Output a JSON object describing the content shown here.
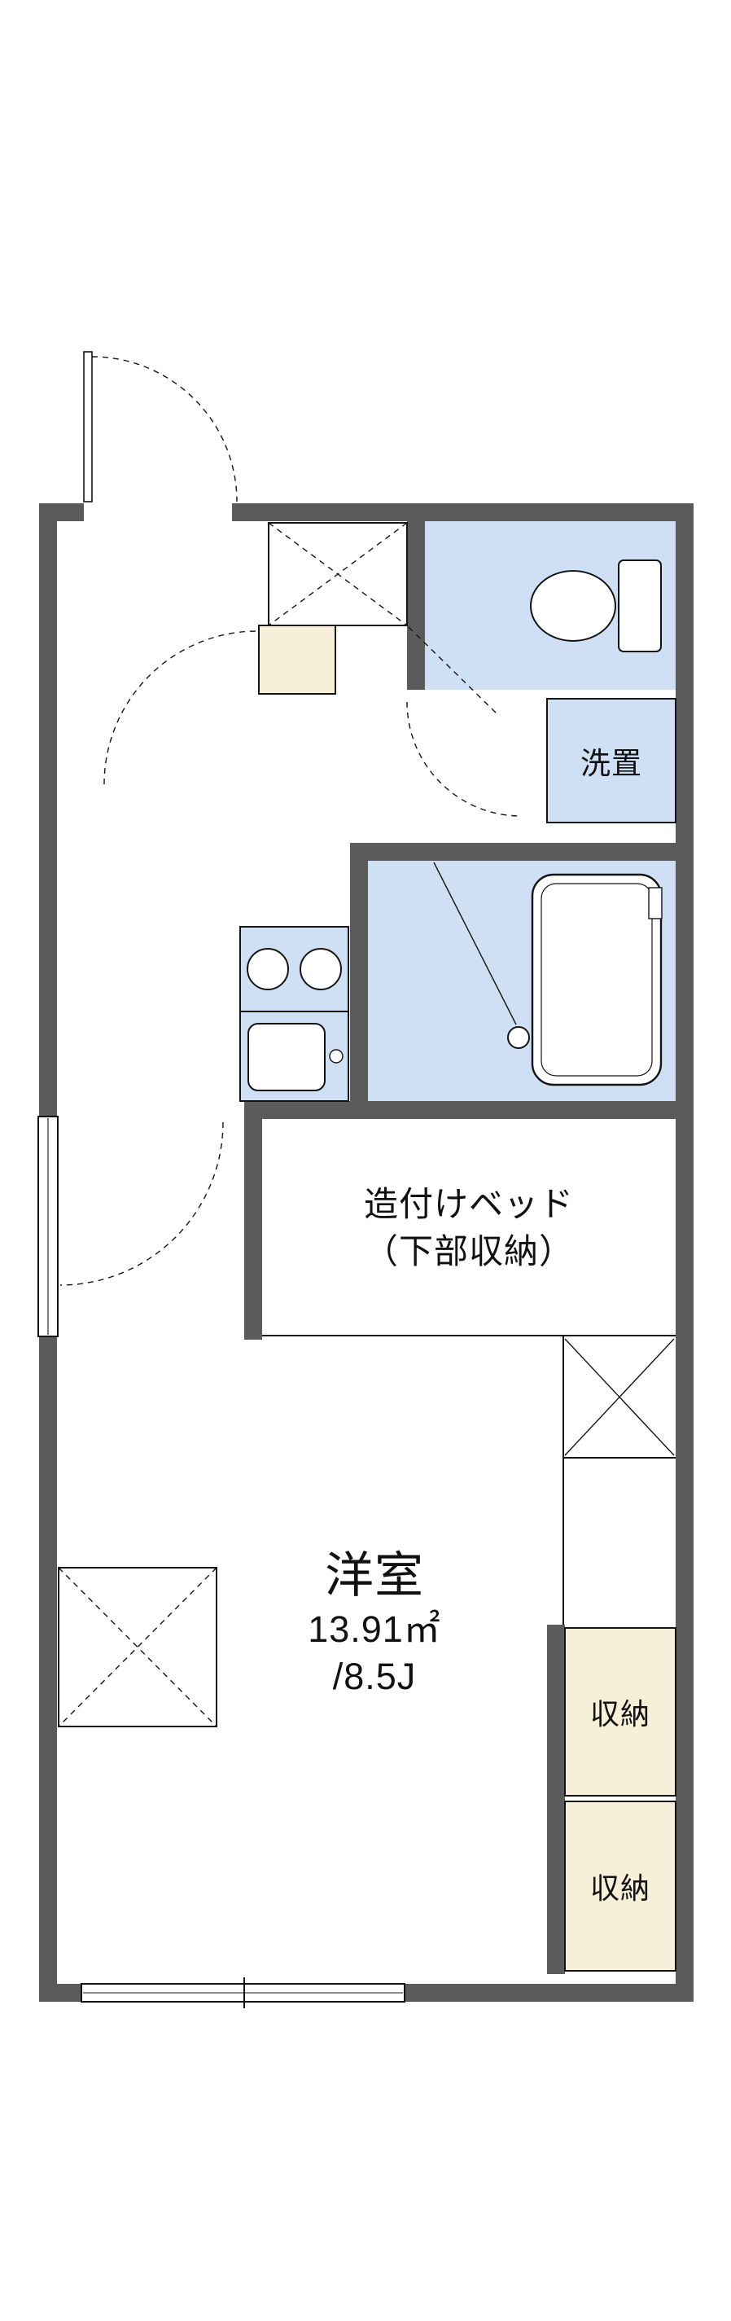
{
  "floorplan": {
    "washer": {
      "label": "洗置"
    },
    "bed": {
      "line1": "造付けベッド",
      "line2": "（下部収納）"
    },
    "room": {
      "name": "洋室",
      "area_m2": "13.91㎡",
      "area_jo": "/8.5J"
    },
    "storage_top": {
      "label": "収納"
    },
    "storage_bottom": {
      "label": "収納"
    },
    "colors": {
      "wall": "#5b5b5b",
      "wet": "#cfdff4",
      "storage": "#f7efd8",
      "line": "#141414",
      "background": "#ffffff"
    }
  }
}
